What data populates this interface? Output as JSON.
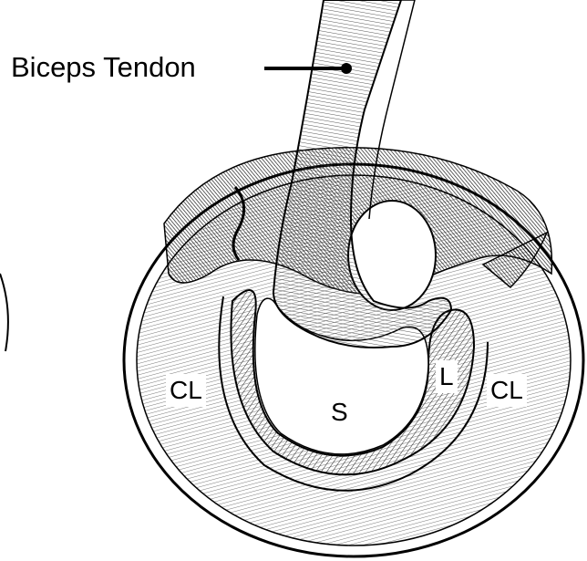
{
  "labels": {
    "biceps_tendon": "Biceps Tendon",
    "cl_left": "CL",
    "s": "S",
    "l": "L",
    "cl_right": "CL"
  },
  "colors": {
    "ink": "#000000",
    "paper": "#ffffff",
    "shade": "#2a2a2a"
  }
}
